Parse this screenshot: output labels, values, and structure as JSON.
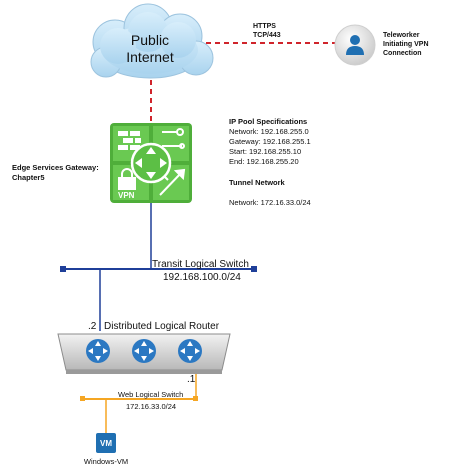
{
  "cloud": {
    "label_line1": "Public",
    "label_line2": "Internet"
  },
  "vpn_link": {
    "protocol_line1": "HTTPS",
    "protocol_line2": "TCP/443"
  },
  "teleworker": {
    "line1": "Teleworker",
    "line2": "Initiating VPN",
    "line3": "Connection"
  },
  "esg": {
    "label_line1": "Edge Services Gateway:",
    "label_line2": "Chapter5",
    "icon_text": "VPN"
  },
  "ip_pool": {
    "title": "IP Pool Specifications",
    "network": "Network: 192.168.255.0",
    "gateway": "Gateway: 192.168.255.1",
    "start": "Start: 192.168.255.10",
    "end": "End: 192.168.255.20"
  },
  "tunnel": {
    "title": "Tunnel Network",
    "network": "Network: 172.16.33.0/24"
  },
  "transit_switch": {
    "name": "Transit Logical Switch",
    "subnet": "192.168.100.0/24"
  },
  "dlr": {
    "uplink_ip": ".2",
    "name": "Distributed Logical Router",
    "internal_ip": ".1"
  },
  "web_switch": {
    "name": "Web Logical Switch",
    "subnet": "172.16.33.0/24"
  },
  "vm": {
    "icon_text": "VM",
    "name": "Windows-VM"
  },
  "colors": {
    "cloud_fill": "#bfe0f5",
    "dashed_link": "#d0242b",
    "esg_green": "#5cbf45",
    "transit_line": "#1f3f99",
    "dlr_blue": "#2b78c2",
    "web_line": "#f5a623",
    "vm_blue": "#1f6fb2"
  }
}
